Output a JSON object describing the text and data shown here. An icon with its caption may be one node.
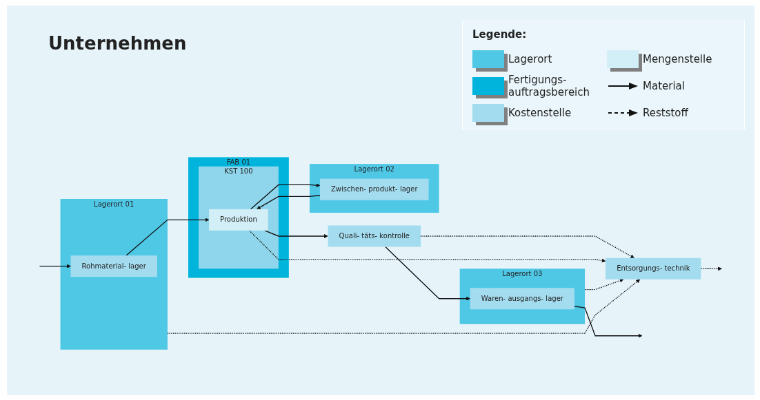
{
  "diagram": {
    "title": "Unternehmen",
    "nodes": [
      {
        "text": [
          "Lagerort 01"
        ]
      },
      {
        "text": [
          "Rohmaterial- lager"
        ],
        "in": 0
      },
      {
        "text": [
          "Lagerort 02"
        ]
      },
      {
        "text": [
          "Zwischen- produkt- lager"
        ],
        "in": 2
      },
      {
        "text": [
          "FAB 01"
        ]
      },
      {
        "text": [
          "KST 100"
        ],
        "in": 4
      },
      {
        "text": [
          "Produktion"
        ],
        "in": 5
      },
      {
        "text": [
          "Quali- täts- kontrolle"
        ]
      },
      {
        "text": [
          "Lagerort 03"
        ]
      },
      {
        "text": [
          "Waren- ausgangs- lager"
        ],
        "in": 8
      },
      {
        "text": [
          "Entsorgungs- technik"
        ]
      }
    ],
    "edges": [
      {
        "from": null,
        "to": 1,
        "arrow": "to"
      },
      {
        "from": 1,
        "to": 6,
        "arrow": "to"
      },
      {
        "from": 6,
        "to": 3,
        "arrow": "to"
      },
      {
        "from": 3,
        "to": 6,
        "arrow": "to"
      },
      {
        "from": 6,
        "to": 7,
        "arrow": "to"
      },
      {
        "from": 7,
        "to": 9,
        "arrow": "to"
      },
      {
        "from": 9,
        "to": null,
        "arrow": "to"
      },
      {
        "from": 8,
        "to": 10,
        "arrow": "to",
        "style": "dashed"
      },
      {
        "from": 7,
        "to": 10,
        "arrow": "to",
        "style": "dashed"
      },
      {
        "from": 6,
        "to": 10,
        "arrow": "to",
        "style": "dashed"
      },
      {
        "from": 0,
        "to": 10,
        "arrow": "to",
        "style": "dashed"
      },
      {
        "from": 10,
        "to": null,
        "arrow": "to",
        "style": "dashed"
      }
    ],
    "labels": [
      "Legende:"
    ],
    "legend": [
      {
        "text": "Lagerort",
        "color": "#4fc8e6"
      },
      {
        "text": "Fertigungs- auftragsbereich",
        "color": "#00b4dc"
      },
      {
        "text": "Kostenstelle",
        "color": "#a4dcef"
      },
      {
        "text": "Mengenstelle",
        "color": "#d2eef6"
      },
      {
        "text": "Material"
      },
      {
        "text": "Reststoff"
      }
    ]
  }
}
